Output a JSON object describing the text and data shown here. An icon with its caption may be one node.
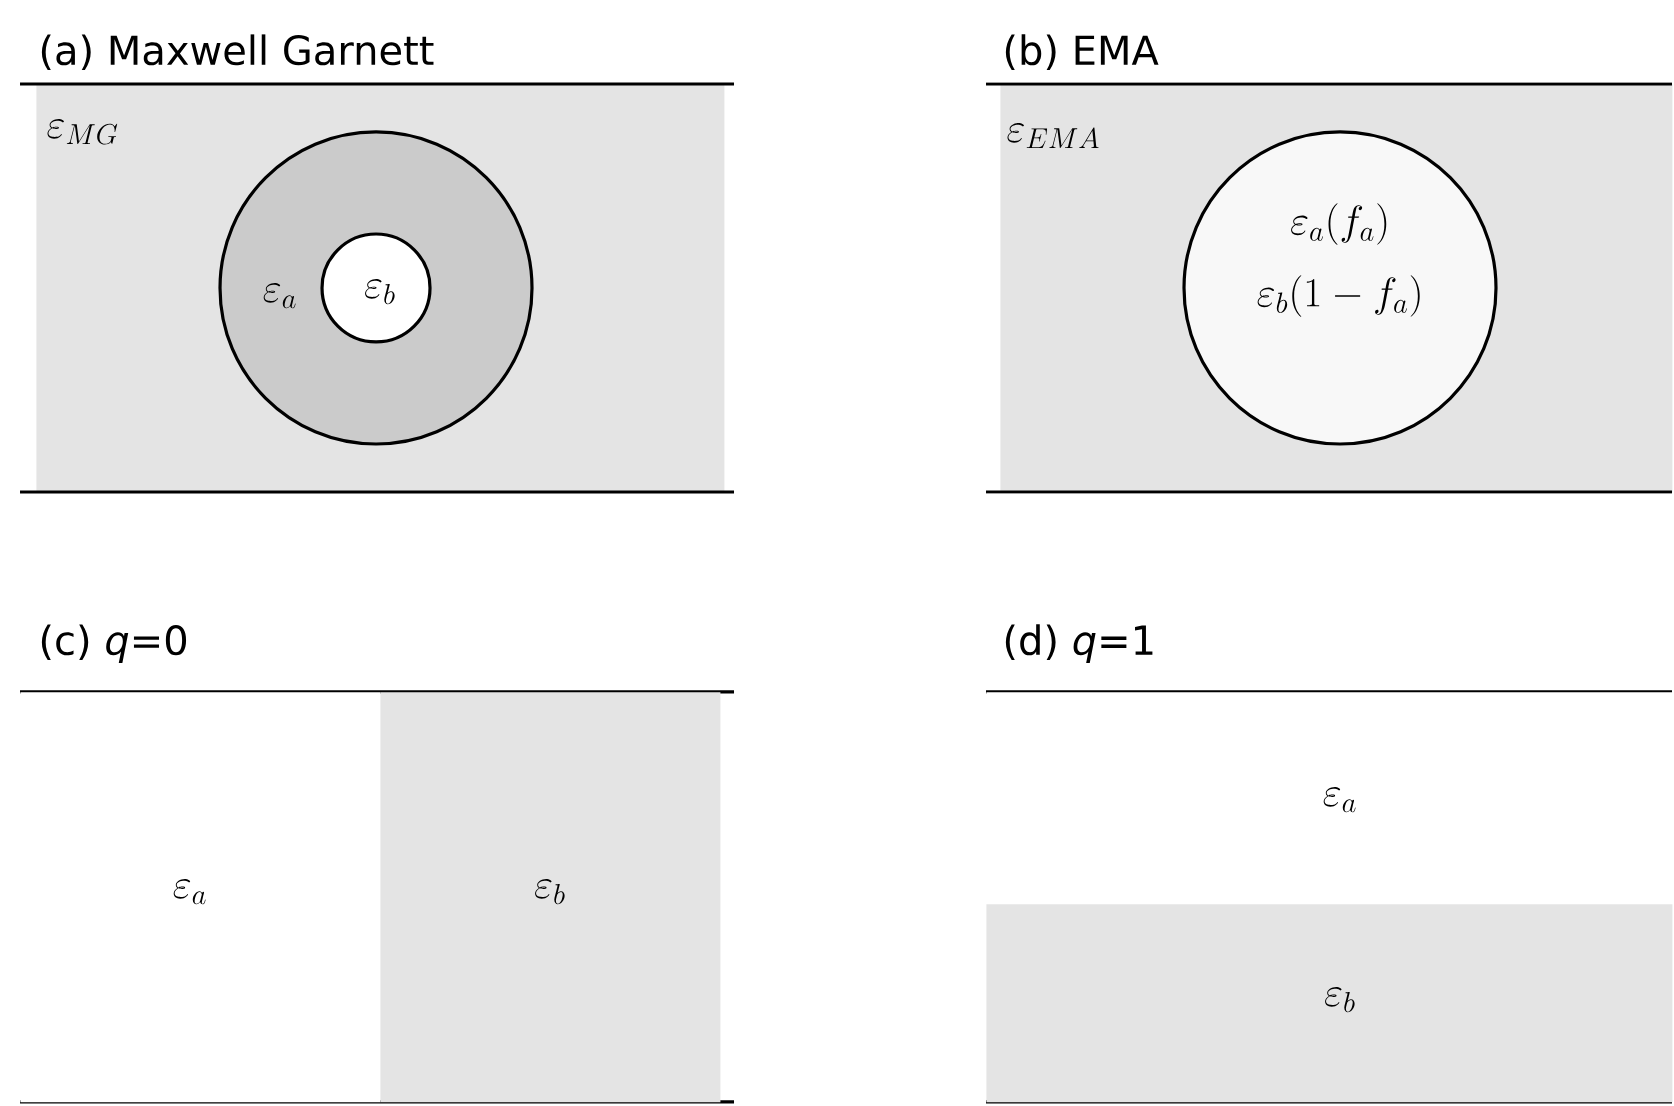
{
  "diagram": {
    "nodes": [
      {
        "text": [
          "(a) Maxwell Garnett",
          "\\varepsilon_{MG}"
        ]
      },
      {
        "text": [
          "\\varepsilon_a"
        ],
        "in": 0
      },
      {
        "text": [
          "\\varepsilon_b"
        ],
        "in": 1
      },
      {
        "text": [
          "(b) EMA",
          "\\varepsilon_{EMA}"
        ]
      },
      {
        "text": [
          "\\varepsilon_a(f_a)",
          "\\varepsilon_b(1-f_a)"
        ],
        "in": 3
      },
      {
        "text": [
          "(c) *q*=0"
        ]
      },
      {
        "text": [
          "\\varepsilon_a"
        ],
        "in": 5
      },
      {
        "text": [
          "\\varepsilon_b"
        ],
        "in": 5
      },
      {
        "text": [
          "(d) *q*=1"
        ]
      },
      {
        "text": [
          "\\varepsilon_a"
        ],
        "in": 8
      },
      {
        "text": [
          "\\varepsilon_b"
        ],
        "in": 8
      }
    ]
  }
}
